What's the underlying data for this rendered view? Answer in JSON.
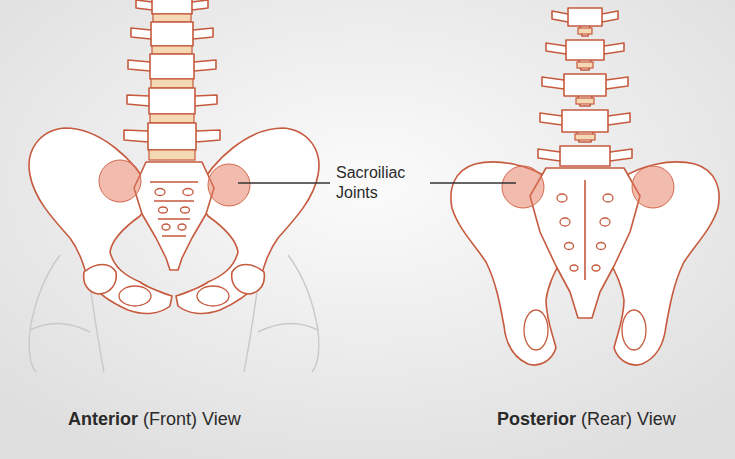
{
  "diagram": {
    "labels": [
      "Sacroiliac Joints",
      "Anterior",
      "(Front) View",
      "Posterior",
      "(Rear) View"
    ]
  }
}
